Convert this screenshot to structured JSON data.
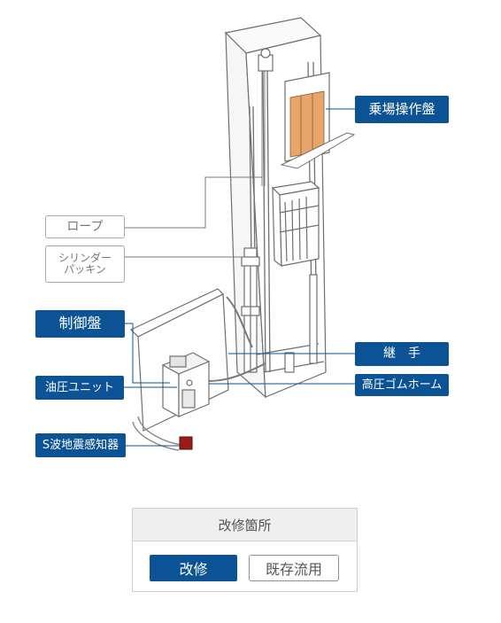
{
  "labels": {
    "landing_panel": "乗場操作盤",
    "rope": "ロープ",
    "cylinder_packing_line1": "シリンダー",
    "cylinder_packing_line2": "パッキン",
    "control_panel": "制御盤",
    "joint": "継　手",
    "hydraulic_unit": "油圧ユニット",
    "high_pressure_hose": "高圧ゴムホーム",
    "s_wave_sensor": "S波地震感知器"
  },
  "legend": {
    "title": "改修箇所",
    "renovate": "改修",
    "reuse": "既存流用"
  },
  "colors": {
    "accent_blue": "#0b5394",
    "door_orange": "#e8a66a",
    "sensor_red": "#9b1b1b",
    "outline_gray": "#a8a8a8"
  }
}
